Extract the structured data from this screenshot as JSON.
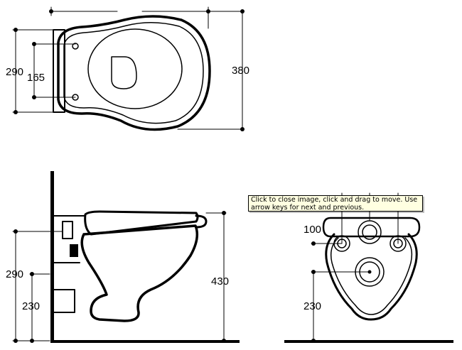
{
  "dimensions": {
    "top_view": {
      "height_outer": "290",
      "height_inner": "165",
      "depth": "380"
    },
    "side_view": {
      "height_total": "290",
      "height_lower": "230",
      "depth": "430"
    },
    "front_view": {
      "offset_top": "100",
      "height_lower": "230"
    }
  },
  "tooltip": {
    "text": "Click to close image, click and drag to move. Use arrow keys for next and previous."
  },
  "colors": {
    "line": "#000000",
    "background": "#ffffff",
    "tooltip_bg": "#ffffe1"
  }
}
